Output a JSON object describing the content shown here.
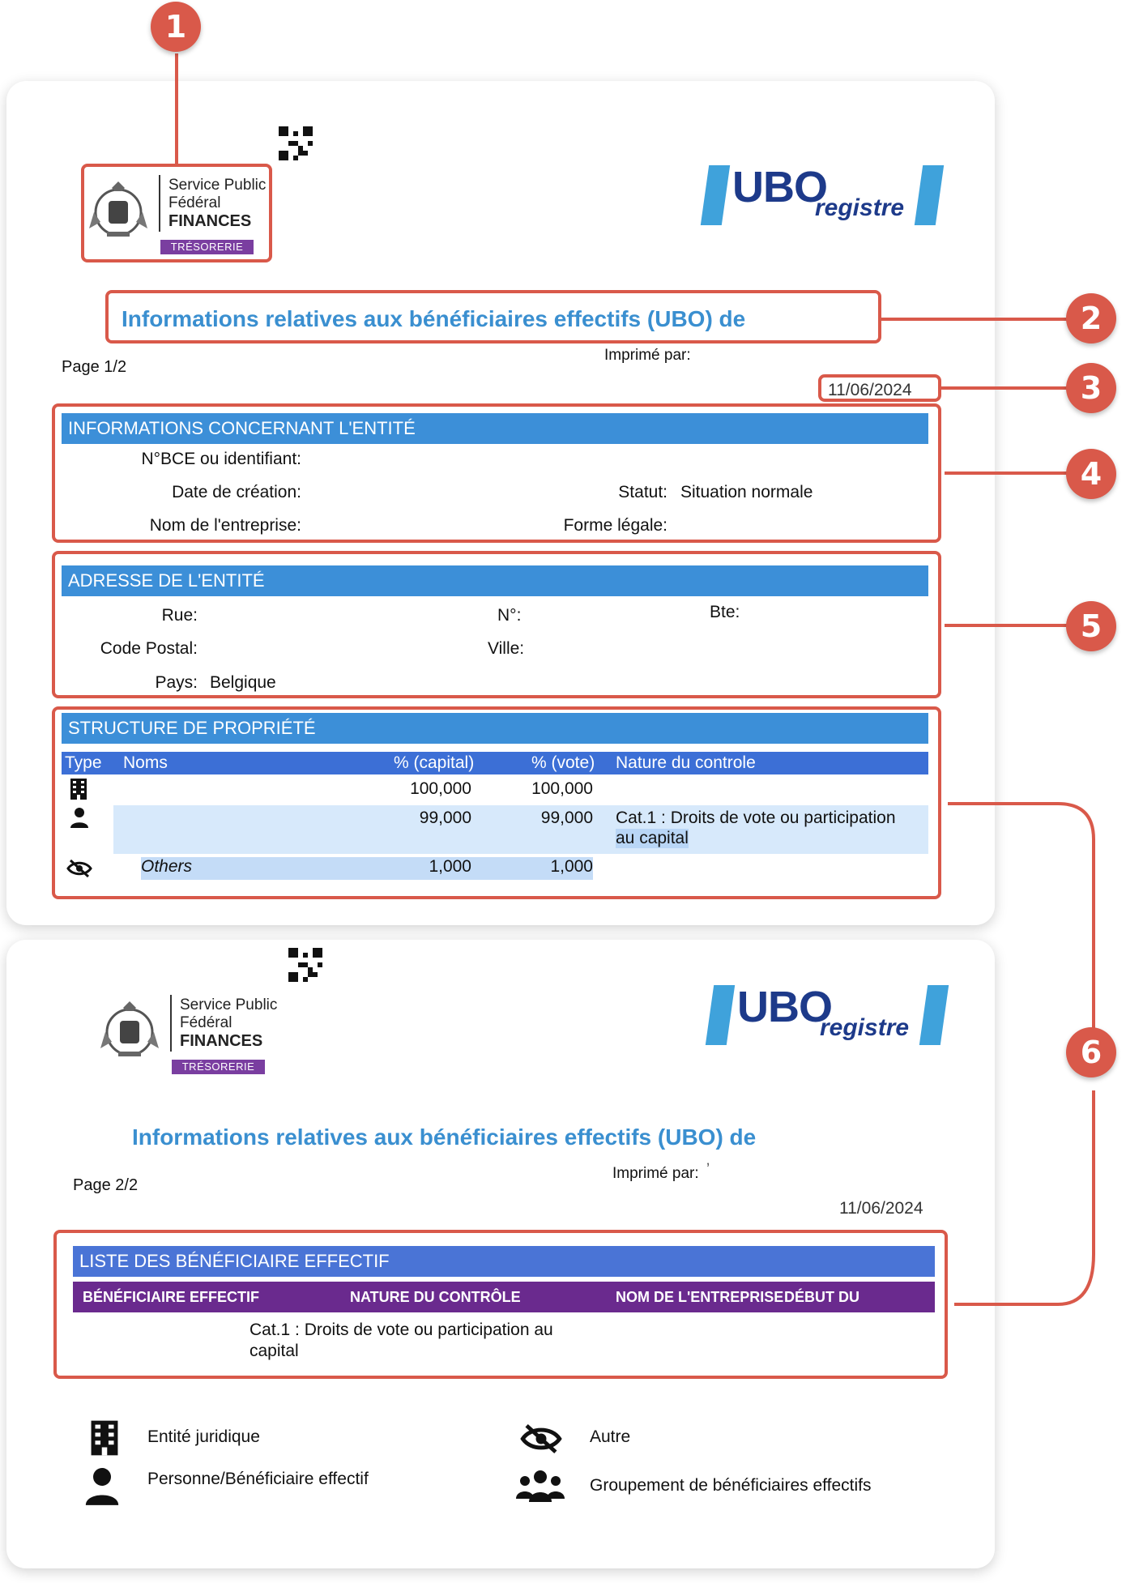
{
  "callouts": [
    "1",
    "2",
    "3",
    "4",
    "5",
    "6"
  ],
  "logo": {
    "line1": "Service Public",
    "line2": "Fédéral",
    "line3": "FINANCES",
    "tresorerie": "TRÉSORERIE"
  },
  "ubo_logo": {
    "big": "UBO",
    "small": "registre"
  },
  "colors": {
    "accent_red": "#d9594a",
    "section_blue": "#3c8fd8",
    "header_purple": "#6a2a8e",
    "title_blue": "#3a8fd0"
  },
  "page1": {
    "title": "Informations relatives aux bénéficiaires effectifs (UBO) de",
    "page": "Page 1/2",
    "printed_by": "Imprimé par:",
    "date": "11/06/2024",
    "entity": {
      "header": "INFORMATIONS CONCERNANT L'ENTITÉ",
      "bce_label": "N°BCE ou identifiant:",
      "creation_label": "Date de création:",
      "status_label": "Statut:",
      "status_value": "Situation normale",
      "company_label": "Nom de l'entreprise:",
      "legal_form_label": "Forme légale:"
    },
    "address": {
      "header": "ADRESSE DE L'ENTITÉ",
      "street_label": "Rue:",
      "number_label": "N°:",
      "box_label": "Bte:",
      "postal_label": "Code Postal:",
      "city_label": "Ville:",
      "country_label": "Pays:",
      "country_value": "Belgique"
    },
    "ownership": {
      "header": "STRUCTURE DE PROPRIÉTÉ",
      "columns": [
        "Type",
        "Noms",
        "% (capital)",
        "% (vote)",
        "Nature du controle"
      ],
      "rows": [
        {
          "type_icon": "building-icon",
          "name": "",
          "capital": "100,000",
          "vote": "100,000",
          "nature": ""
        },
        {
          "type_icon": "person-icon",
          "name": "",
          "capital": "99,000",
          "vote": "99,000",
          "nature_line1": "Cat.1 : Droits de vote ou participation",
          "nature_line2": "au capital"
        },
        {
          "type_icon": "eye-slash-icon",
          "name": "Others",
          "capital": "1,000",
          "vote": "1,000",
          "nature": ""
        }
      ]
    }
  },
  "page2": {
    "title": "Informations relatives aux bénéficiaires effectifs (UBO) de",
    "page": "Page 2/2",
    "printed_by": "Imprimé par:",
    "printed_by_mark": "ʼ",
    "date": "11/06/2024",
    "beneficiaries": {
      "header": "LISTE DES BÉNÉFICIAIRE EFFECTIF",
      "columns": [
        "BÉNÉFICIAIRE EFFECTIF",
        "NATURE DU CONTRÔLE",
        "NOM DE L'ENTREPRISE",
        "DÉBUT DU CONTRÔLE"
      ],
      "row_nature_line1": "Cat.1 : Droits de vote ou participation au",
      "row_nature_line2": "capital"
    },
    "legend": [
      {
        "icon": "building-icon",
        "label": "Entité juridique"
      },
      {
        "icon": "person-icon",
        "label": "Personne/Bénéficiaire effectif"
      },
      {
        "icon": "eye-slash-icon",
        "label": "Autre"
      },
      {
        "icon": "group-icon",
        "label": "Groupement de bénéficiaires effectifs"
      }
    ]
  }
}
